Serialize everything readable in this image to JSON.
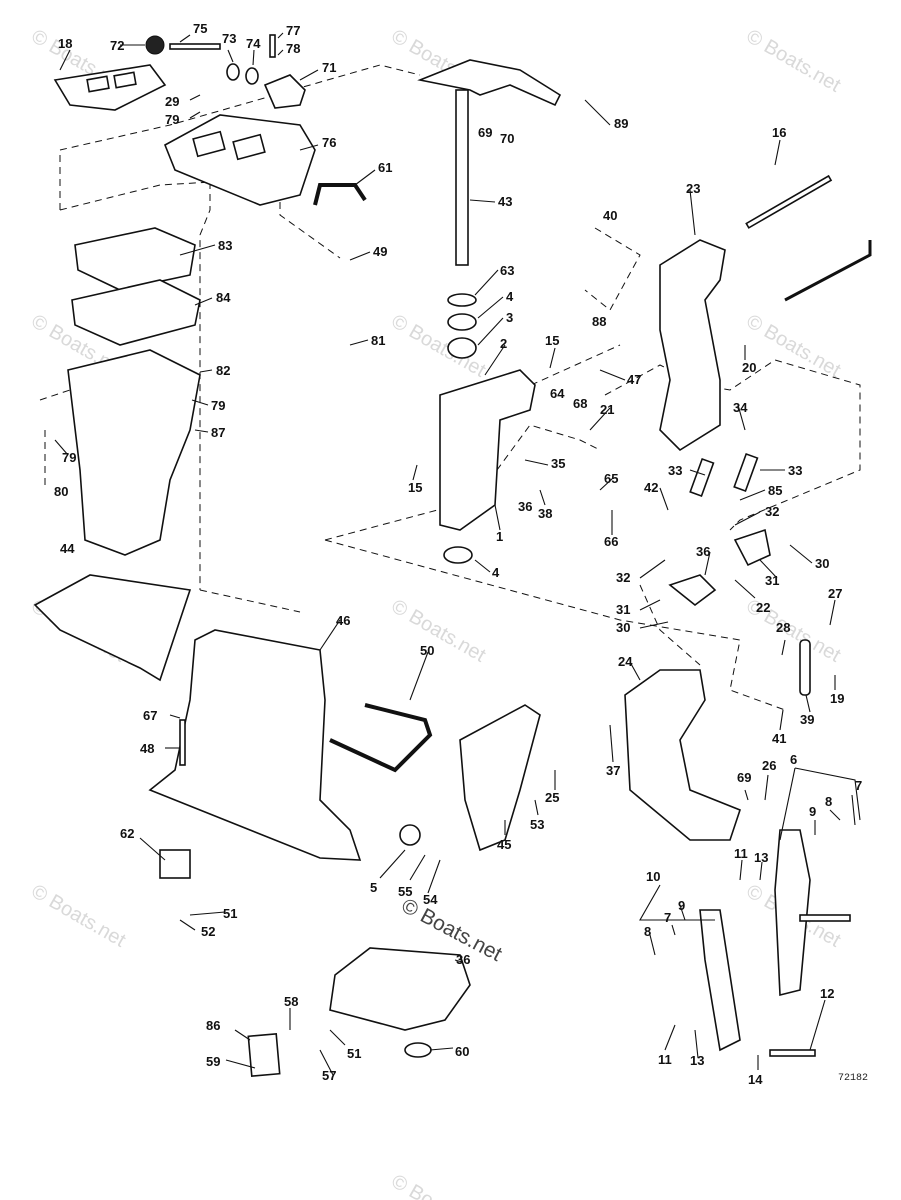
{
  "diagram_code": "72182",
  "watermarks": [
    "© Boats.net",
    "© Boats.net",
    "© Boats.net",
    "© Boats.net",
    "© Boats.net",
    "© Boats.net",
    "© Boats.net",
    "© Boats.net",
    "© Boats.net",
    "© Boats.net",
    "© Boats.net",
    "© Boats.net"
  ],
  "center_watermark": "© Boats.net",
  "callouts": [
    "75",
    "77",
    "72",
    "73",
    "74",
    "78",
    "18",
    "71",
    "29",
    "79",
    "76",
    "61",
    "43",
    "69",
    "70",
    "89",
    "16",
    "83",
    "49",
    "63",
    "4",
    "40",
    "23",
    "84",
    "3",
    "88",
    "2",
    "15",
    "81",
    "47",
    "20",
    "82",
    "79",
    "64",
    "68",
    "21",
    "34",
    "87",
    "79",
    "35",
    "33",
    "33",
    "15",
    "65",
    "42",
    "85",
    "80",
    "36",
    "38",
    "66",
    "32",
    "1",
    "4",
    "36",
    "30",
    "32",
    "31",
    "31",
    "22",
    "44",
    "46",
    "50",
    "30",
    "27",
    "28",
    "24",
    "19",
    "39",
    "67",
    "48",
    "37",
    "41",
    "25",
    "69",
    "26",
    "6",
    "7",
    "8",
    "9",
    "45",
    "53",
    "62",
    "5",
    "55",
    "54",
    "11",
    "13",
    "51",
    "10",
    "52",
    "8",
    "7",
    "9",
    "36",
    "58",
    "86",
    "51",
    "60",
    "59",
    "57",
    "11",
    "13",
    "12",
    "14"
  ]
}
